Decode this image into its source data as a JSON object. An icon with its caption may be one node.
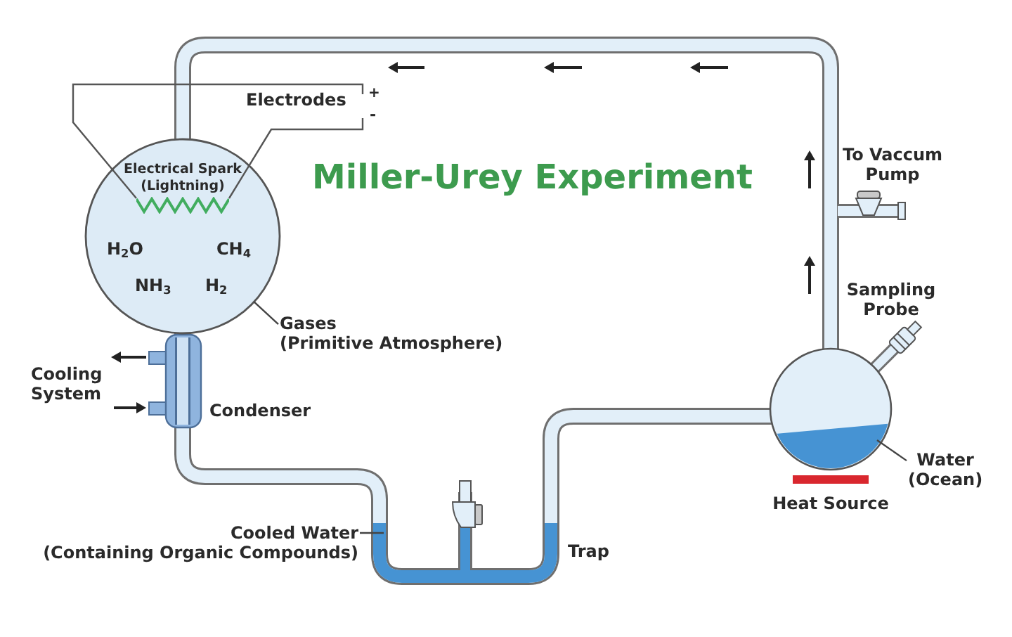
{
  "diagram": {
    "title": "Miller-Urey Experiment",
    "nodes": [
      {
        "text": [
          "Electrical Spark (Lightning)",
          "H$_{2}$O",
          "CH$_{4}$",
          "NH$_{3}$",
          "H$_{2}$"
        ]
      },
      {
        "text": [
          "Gases (Primitive Atmosphere)"
        ]
      },
      {
        "text": [
          "Cooled Water (Containing Organic Compounds)"
        ]
      },
      {
        "text": [
          "Water (Ocean)"
        ]
      }
    ],
    "edges": [
      {
        "from": 1,
        "to": 0,
        "arrow": "none"
      },
      {
        "from": 2,
        "to": null,
        "arrow": "none"
      },
      {
        "from": 3,
        "to": null,
        "arrow": "none"
      }
    ],
    "labels": [
      "Electrodes",
      "+",
      "-",
      "To Vaccum Pump",
      "Sampling Probe",
      "Cooling System",
      "Condenser",
      "Heat Source",
      "Trap"
    ]
  }
}
